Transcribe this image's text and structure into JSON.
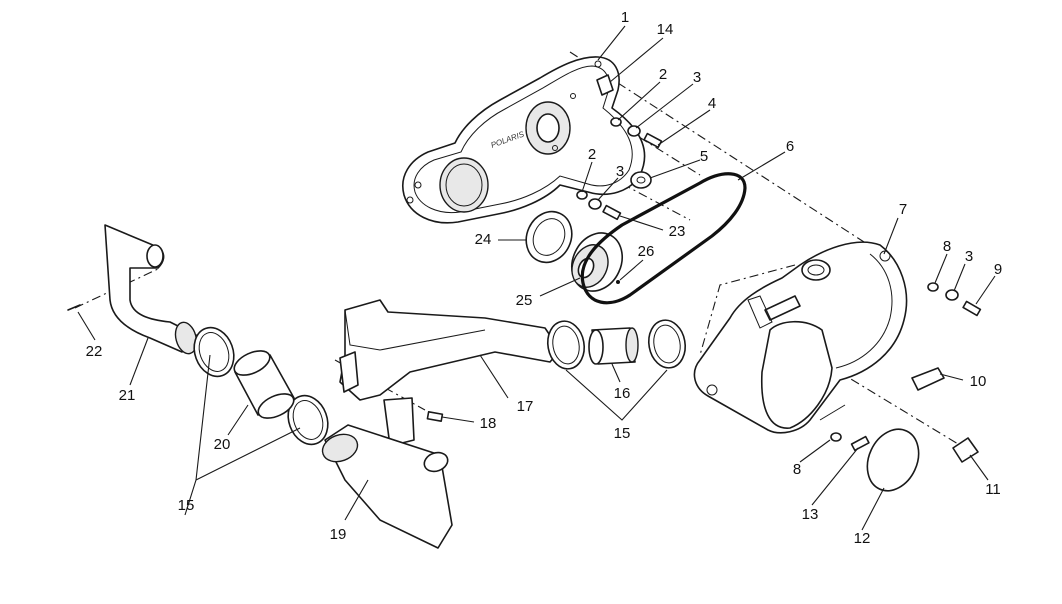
{
  "labels": {
    "p1": "1",
    "p2a": "2",
    "p2b": "2",
    "p3a": "3",
    "p3b": "3",
    "p3c": "3",
    "p4": "4",
    "p5": "5",
    "p6": "6",
    "p7": "7",
    "p8a": "8",
    "p8b": "8",
    "p9": "9",
    "p10": "10",
    "p11": "11",
    "p12": "12",
    "p13": "13",
    "p14": "14",
    "p15a": "15",
    "p15b": "15",
    "p16": "16",
    "p17": "17",
    "p18": "18",
    "p19": "19",
    "p20": "20",
    "p21": "21",
    "p22": "22",
    "p23": "23",
    "p24": "24",
    "p25": "25",
    "p26": "26"
  },
  "icons": {
    "inner-cover": "clutch-inner-cover",
    "outer-cover": "clutch-outer-cover",
    "belt": "drive-belt",
    "duct": "air-intake-duct",
    "clamp": "hose-clamp"
  }
}
